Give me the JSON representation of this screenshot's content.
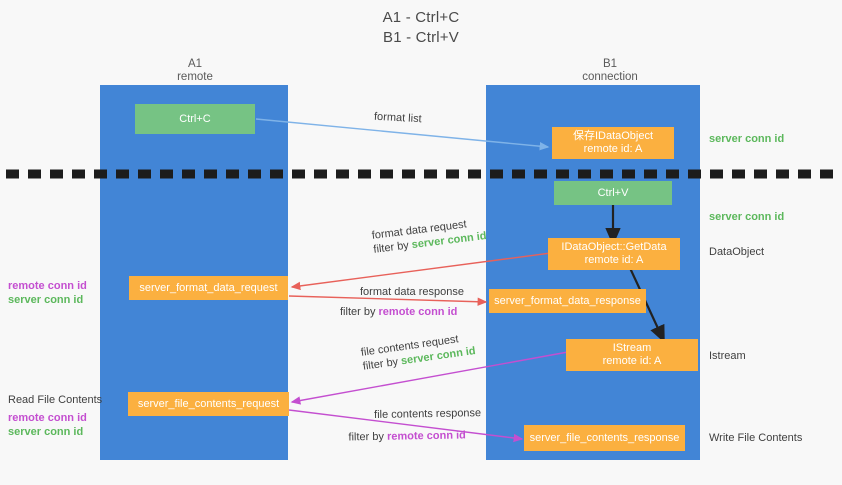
{
  "title": {
    "line1": "A1 - Ctrl+C",
    "line2": "B1 - Ctrl+V"
  },
  "columns": [
    {
      "name": "A1",
      "sub": "remote"
    },
    {
      "name": "B1",
      "sub": "connection"
    }
  ],
  "colors": {
    "lane": "#4285d6",
    "green_box": "#76c384",
    "orange_box": "#fbb040",
    "server_conn_id": "#5cb85c",
    "remote_conn_id": "#c44fd0",
    "arrow_blue": "#7fb3e8",
    "arrow_red": "#e8615a",
    "arrow_purple": "#c44fd0",
    "arrow_black": "#222222",
    "background": "#f8f8f8"
  },
  "nodes": {
    "ctrl_c": {
      "label": "Ctrl+C"
    },
    "save_idataobject": {
      "line1": "保存IDataObject",
      "line2": "remote id: A"
    },
    "ctrl_v": {
      "label": "Ctrl+V"
    },
    "getdata": {
      "line1": "IDataObject::GetData",
      "line2": "remote id: A"
    },
    "istream": {
      "line1": "IStream",
      "line2": "remote id: A"
    },
    "server_format_data_request": {
      "label": "server_format_data_request"
    },
    "server_format_data_response": {
      "label": "server_format_data_response"
    },
    "server_file_contents_request": {
      "label": "server_file_contents_request"
    },
    "server_file_contents_response": {
      "label": "server_file_contents_response"
    }
  },
  "edges": {
    "format_list": {
      "label": "format list"
    },
    "format_data_request": {
      "line1": "format data request",
      "prefix": "filter by ",
      "id": "server conn id"
    },
    "format_data_response": {
      "line1": "format data response",
      "prefix": "filter by ",
      "id": "remote conn id"
    },
    "file_contents_request": {
      "line1": "file contents request",
      "prefix": "filter by ",
      "id": "server conn id"
    },
    "file_contents_response": {
      "line1": "file contents response",
      "prefix": "filter by ",
      "id": "remote conn id"
    }
  },
  "annotations": {
    "right_server_conn_id_top": "server conn id",
    "right_server_conn_id_mid": "server conn id",
    "right_dataobject": "DataObject",
    "right_istream": "Istream",
    "right_write_file_contents": "Write File Contents",
    "left_remote_conn_id_1": "remote conn id",
    "left_server_conn_id_1": "server conn id",
    "left_read_file_contents": "Read File Contents",
    "left_remote_conn_id_2": "remote conn id",
    "left_server_conn_id_2": "server conn id"
  }
}
